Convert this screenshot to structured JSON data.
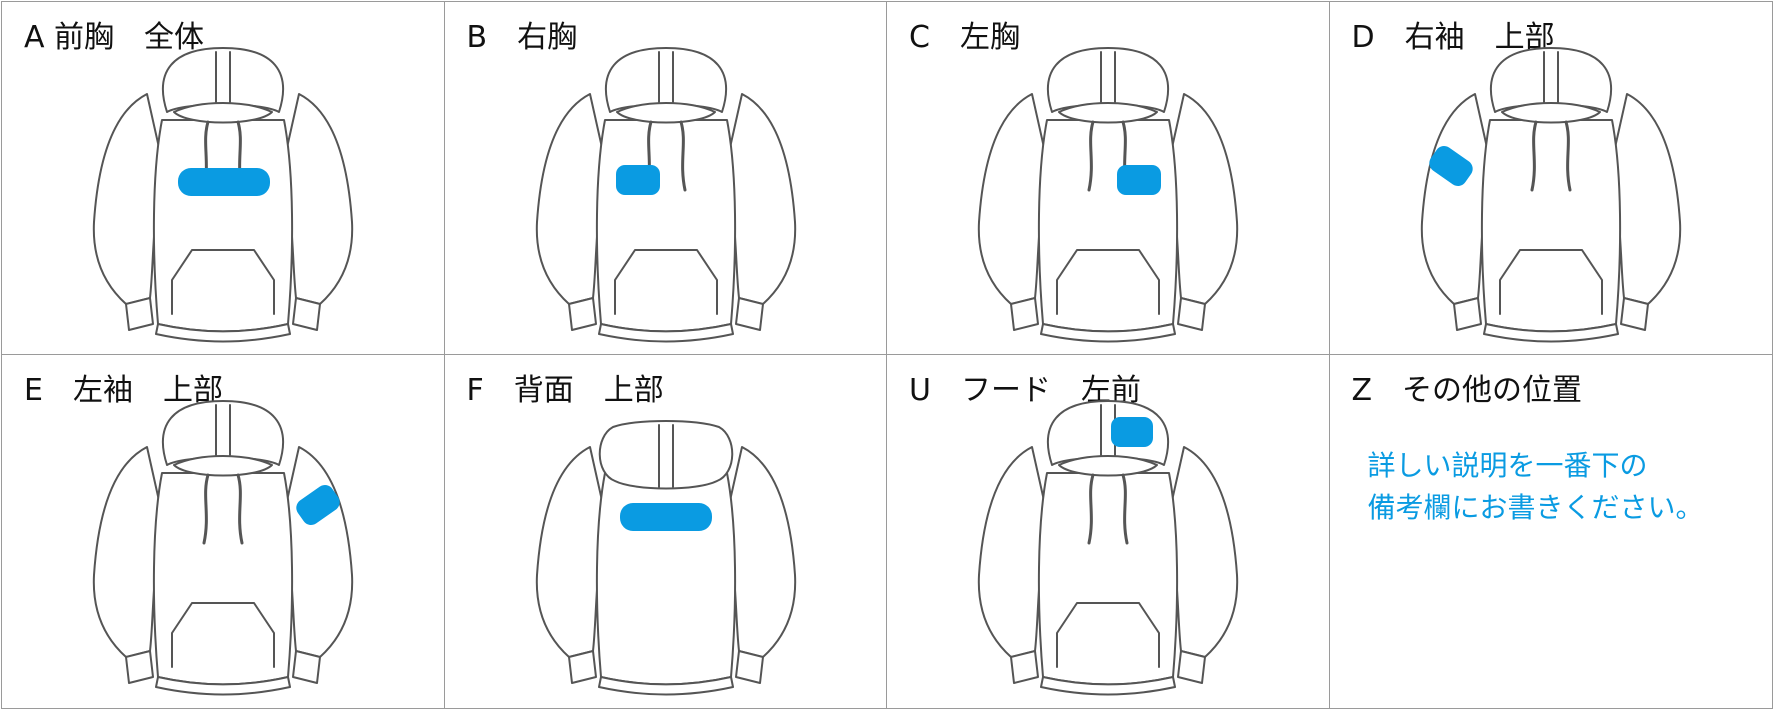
{
  "cells": [
    {
      "label": "A 前胸　全体",
      "mark": "front-chest-full",
      "view": "front"
    },
    {
      "label": "B　右胸",
      "mark": "right-chest",
      "view": "front"
    },
    {
      "label": "C　左胸",
      "mark": "left-chest",
      "view": "front"
    },
    {
      "label": "D　右袖　上部",
      "mark": "right-sleeve-upper",
      "view": "front"
    },
    {
      "label": "E　左袖　上部",
      "mark": "left-sleeve-upper",
      "view": "front"
    },
    {
      "label": "F　背面　上部",
      "mark": "back-upper",
      "view": "back"
    },
    {
      "label": "U　フード　左前",
      "mark": "hood-left-front",
      "view": "front"
    },
    {
      "label": "Z　その他の位置",
      "mark": "none",
      "view": "none"
    }
  ],
  "note": {
    "line1": "詳しい説明を一番下の",
    "line2": "備考欄にお書きください。"
  },
  "colors": {
    "mark": "#0a9be2",
    "outline": "#555555",
    "grid": "#9a9a9a"
  }
}
